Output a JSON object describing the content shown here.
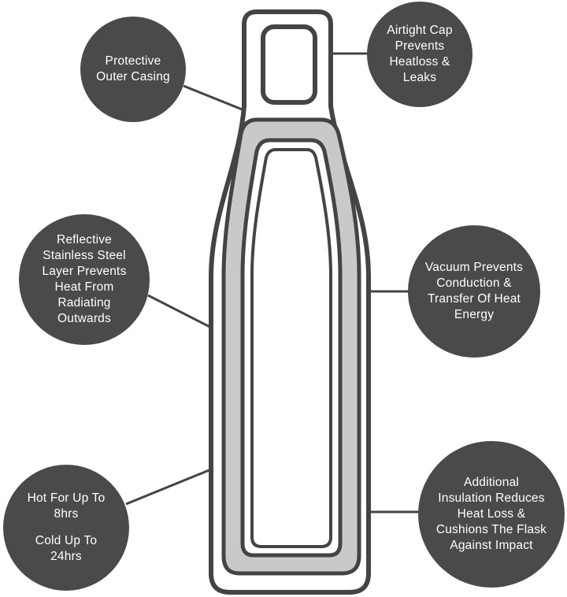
{
  "labels": {
    "outer_casing": "Protective\nOuter Casing",
    "cap": "Airtight Cap\nPrevents\nHeatloss &\nLeaks",
    "reflective": "Reflective\nStainless Steel\nLayer Prevents\nHeat From\nRadiating\nOutwards",
    "vacuum": "Vacuum Prevents\nConduction &\nTransfer Of Heat\nEnergy",
    "hot": "Hot For Up To\n8hrs",
    "cold": "Cold Up To\n24hrs",
    "insulation": "Additional\nInsulation Reduces\nHeat Loss &\nCushions The Flask\nAgainst Impact"
  },
  "colors": {
    "callout_fill": "#4a4a4a",
    "callout_text": "#ffffff",
    "bottle_stroke": "#444444",
    "insulation_fill": "#c9c9c9",
    "background": "#ffffff"
  }
}
